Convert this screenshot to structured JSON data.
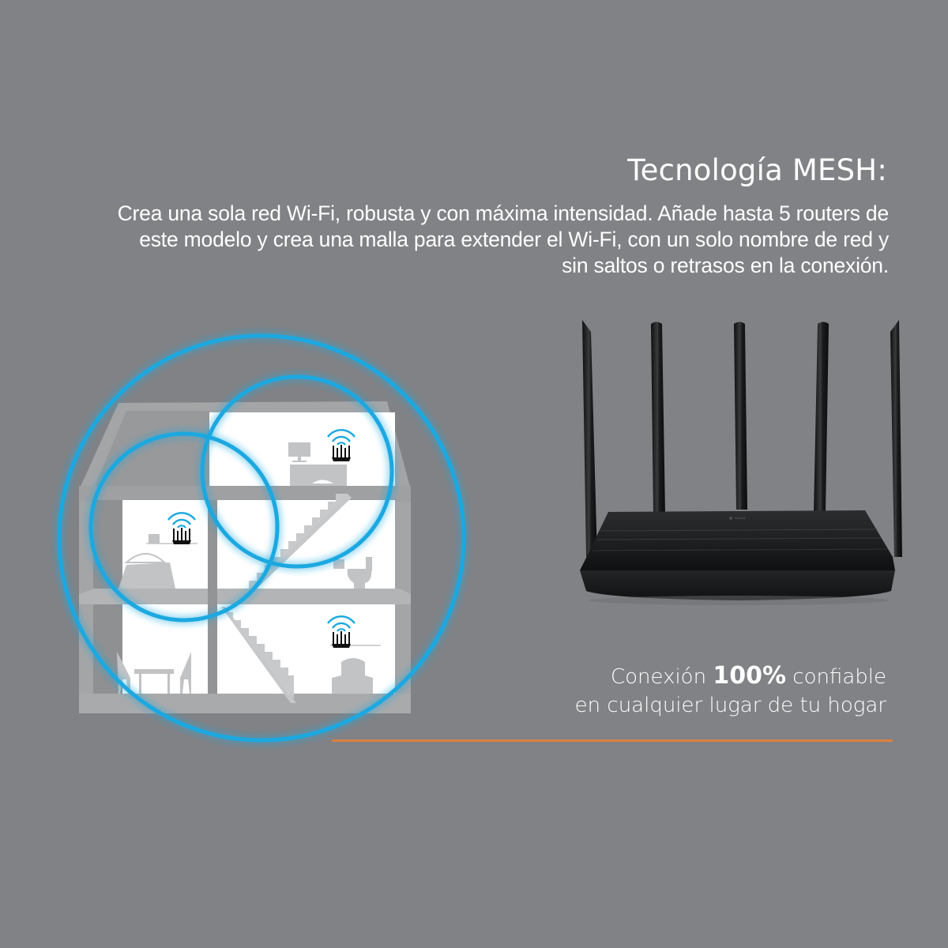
{
  "header": {
    "title": "Tecnología MESH:",
    "description_lines": [
      "Crea una sola red Wi-Fi, robusta y con máxima intensidad. Añade hasta 5 routers de",
      "este modelo y crea una malla para extender el Wi-Fi, con un solo nombre de red y",
      "sin saltos o retrasos en la conexión."
    ]
  },
  "illustration": {
    "house_icon": "house-cross-section",
    "mesh_nodes": 3,
    "coverage_rings": 3,
    "ring_color": "#1aa8e0",
    "node_icon": "wifi-router-icon"
  },
  "product": {
    "image": "router-five-antennas",
    "antenna_count": 5,
    "body_color": "#1e1f21"
  },
  "tagline": {
    "prefix": "Conexión ",
    "highlight": "100%",
    "suffix": " confiable",
    "line2": "en cualquier lugar de tu hogar"
  },
  "colors": {
    "background": "#818286",
    "accent_line": "#d9803f",
    "text": "#ffffff"
  }
}
